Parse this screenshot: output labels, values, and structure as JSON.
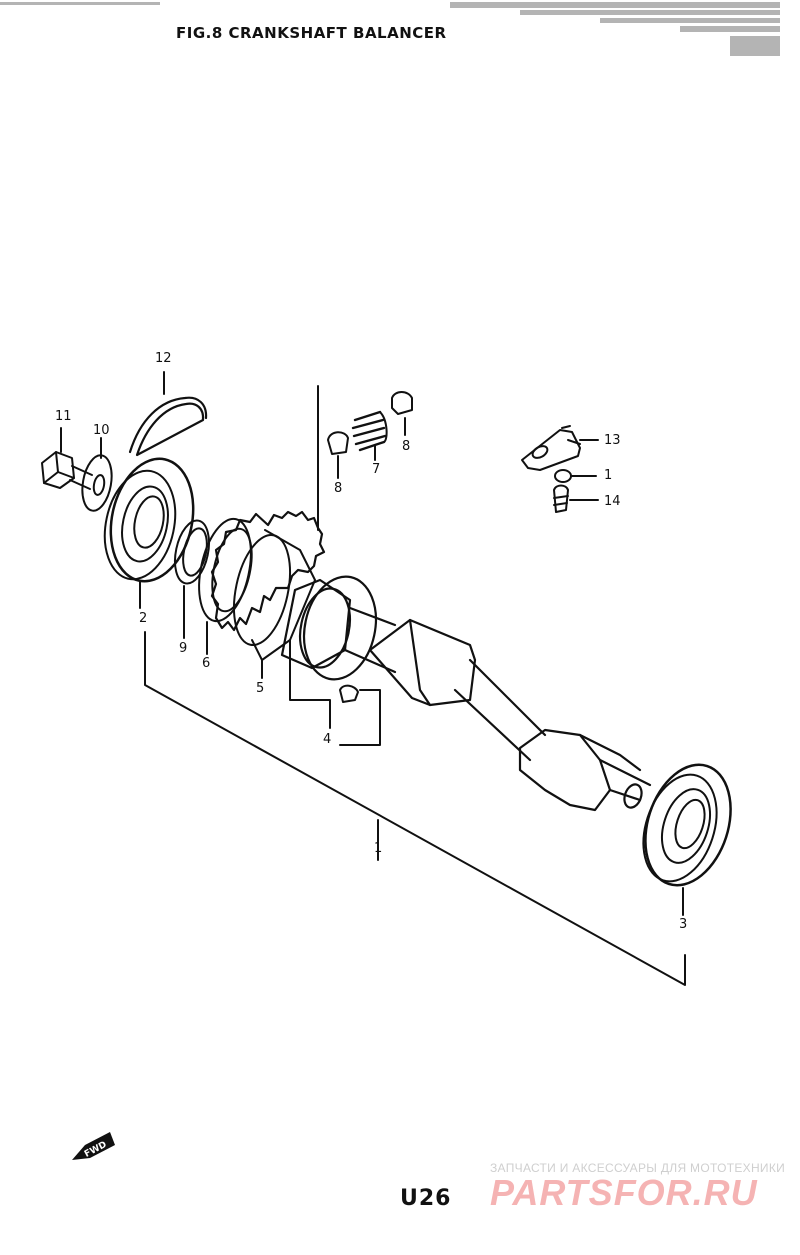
{
  "figure": {
    "title": "FIG.8  CRANKSHAFT BALANCER",
    "page_number": "U26",
    "fwd_label": "FWD"
  },
  "callouts": {
    "c1_bottom": "1",
    "c1_right": "1",
    "c2": "2",
    "c3": "3",
    "c4": "4",
    "c5": "5",
    "c6": "6",
    "c7": "7",
    "c8_left": "8",
    "c8_right": "8",
    "c9": "9",
    "c10": "10",
    "c11": "11",
    "c12": "12",
    "c13": "13",
    "c14": "14"
  },
  "watermark": {
    "caption": "ЗАПЧАСТИ И АКСЕССУАРЫ ДЛЯ МОТОТЕХНИКИ",
    "logo": "PARTSFOR.RU"
  },
  "colors": {
    "ink": "#111111",
    "watermark_red": "#f5b3b3",
    "watermark_grey": "#cfcfcf"
  }
}
